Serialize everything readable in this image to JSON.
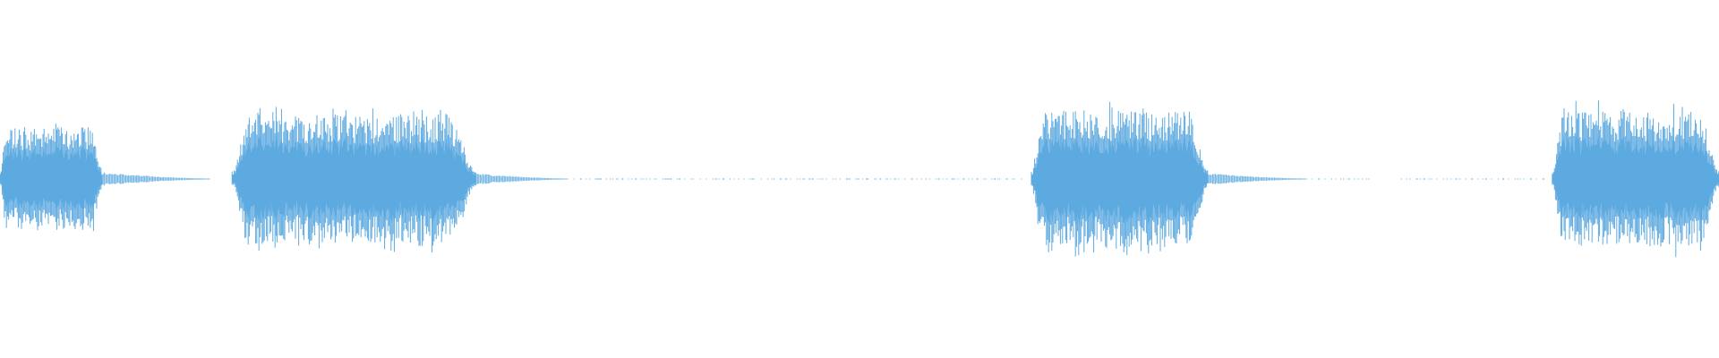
{
  "waveform": {
    "color": "#5DAAE0",
    "segments": [
      {
        "kind": "burst",
        "start": 0.0,
        "end": 0.06,
        "amplitude": 0.58
      },
      {
        "kind": "tail",
        "start": 0.06,
        "end": 0.122,
        "amplitude": 0.07
      },
      {
        "kind": "burst",
        "start": 0.135,
        "end": 0.277,
        "amplitude": 0.72
      },
      {
        "kind": "tail",
        "start": 0.277,
        "end": 0.33,
        "amplitude": 0.06
      },
      {
        "kind": "dots",
        "start": 0.33,
        "end": 0.595,
        "amplitude": 0.01
      },
      {
        "kind": "burst",
        "start": 0.6,
        "end": 0.703,
        "amplitude": 0.76
      },
      {
        "kind": "tail",
        "start": 0.703,
        "end": 0.76,
        "amplitude": 0.06
      },
      {
        "kind": "dots",
        "start": 0.76,
        "end": 0.797,
        "amplitude": 0.01
      },
      {
        "kind": "dots",
        "start": 0.815,
        "end": 0.9,
        "amplitude": 0.01
      },
      {
        "kind": "burst",
        "start": 0.903,
        "end": 1.0,
        "amplitude": 0.76
      }
    ]
  }
}
